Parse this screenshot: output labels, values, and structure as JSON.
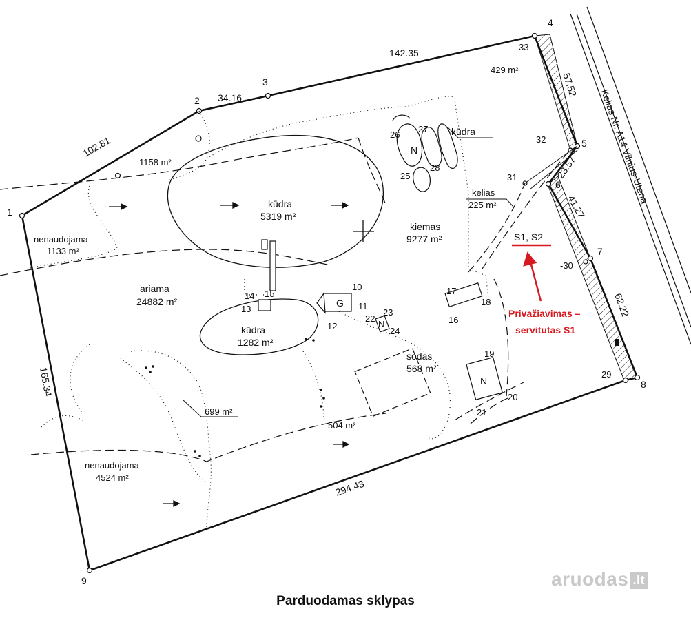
{
  "title": "Parduodamas sklypas",
  "watermark": {
    "text": "aruodas",
    "suffix": ".lt"
  },
  "road": {
    "label": "Kelias Nr. A14 Vilnius-Utena"
  },
  "points": [
    "1",
    "2",
    "3",
    "4",
    "5",
    "6",
    "7",
    "8",
    "9",
    "10",
    "11",
    "12",
    "13",
    "14",
    "15",
    "16",
    "17",
    "18",
    "19",
    "20",
    "21",
    "22",
    "23",
    "24",
    "25",
    "26",
    "27",
    "28",
    "29",
    "31",
    "32",
    "33",
    "-30"
  ],
  "edges": {
    "e1_2": "102.81",
    "e2_3": "34.16",
    "e3_4": "142.35",
    "e4_5": "57.52",
    "e5_6": "23.57",
    "e6_7": "41.27",
    "e7_8": "62.22",
    "e8_9": "294.43",
    "e9_1": "165.34"
  },
  "areas": {
    "a429": "429 m²",
    "a1158": "1158 m²",
    "kudra_main_name": "kūdra",
    "kudra_main_area": "5319 m²",
    "kudra_small_name": "kūdra",
    "kudra_top_name": "kūdra",
    "kiemas_name": "kiemas",
    "kiemas_area": "9277 m²",
    "kelias_name": "kelias",
    "kelias_area": "225 m²",
    "nen1_name": "nenaudojama",
    "nen1_area": "1133 m²",
    "ariama_name": "ariama",
    "ariama_area": "24882 m²",
    "kudra2_area": "1282 m²",
    "sodas_name": "sodas",
    "sodas_area": "568 m²",
    "a699": "699 m²",
    "a504": "504 m²",
    "nen2_name": "nenaudojama",
    "nen2_area": "4524 m²"
  },
  "buildings": {
    "n1": "N",
    "g": "G",
    "n_small": "N",
    "n_sodas": "N"
  },
  "servitude": {
    "code": "S1, S2",
    "line1": "Privažiavimas –",
    "line2": "servitutas S1"
  },
  "colors": {
    "accent": "#d71920",
    "lines": "#111111"
  }
}
